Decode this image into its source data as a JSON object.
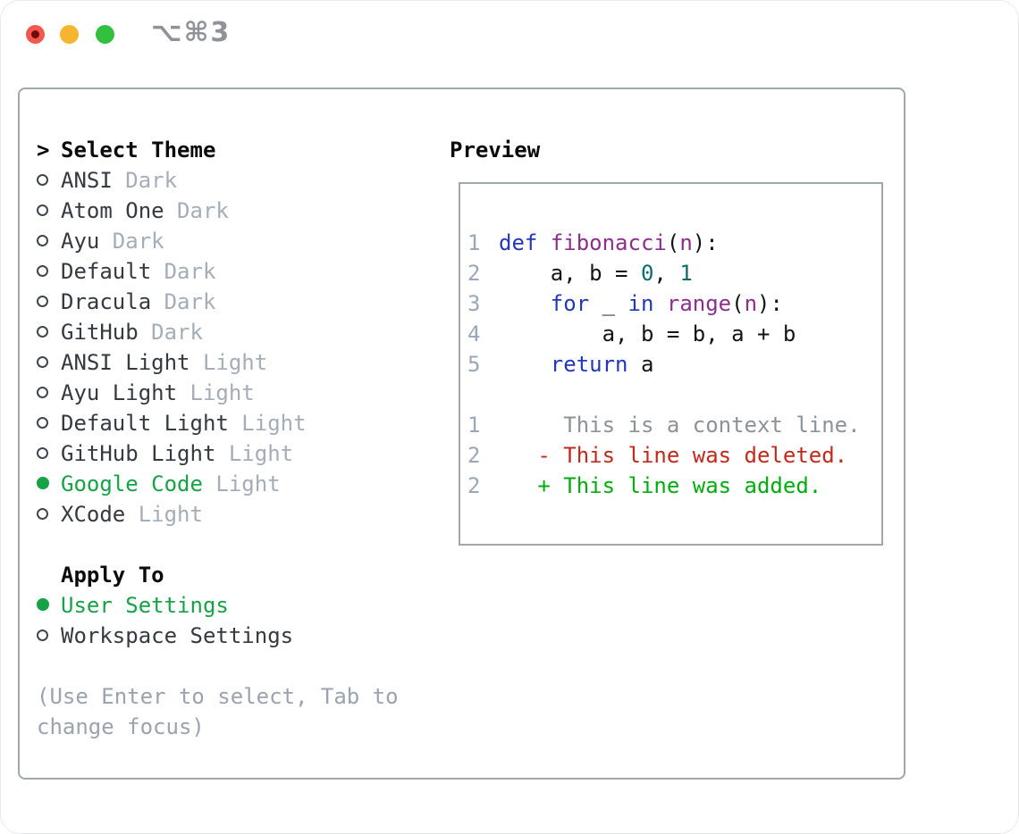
{
  "window": {
    "title": "⌥⌘3",
    "traffic_light_colors": {
      "red": "#f4574e",
      "red_dot": "#6d0d08",
      "yellow": "#f6b52f",
      "green": "#32c13e"
    }
  },
  "dialog": {
    "select_theme": {
      "marker": ">",
      "title": "Select Theme"
    },
    "themes": [
      {
        "name": "ANSI",
        "tag": "Dark",
        "selected": false
      },
      {
        "name": "Atom One",
        "tag": "Dark",
        "selected": false
      },
      {
        "name": "Ayu",
        "tag": "Dark",
        "selected": false
      },
      {
        "name": "Default",
        "tag": "Dark",
        "selected": false
      },
      {
        "name": "Dracula",
        "tag": "Dark",
        "selected": false
      },
      {
        "name": "GitHub",
        "tag": "Dark",
        "selected": false
      },
      {
        "name": "ANSI Light",
        "tag": "Light",
        "selected": false
      },
      {
        "name": "Ayu Light",
        "tag": "Light",
        "selected": false
      },
      {
        "name": "Default Light",
        "tag": "Light",
        "selected": false
      },
      {
        "name": "GitHub Light",
        "tag": "Light",
        "selected": false
      },
      {
        "name": "Google Code",
        "tag": "Light",
        "selected": true
      },
      {
        "name": "XCode",
        "tag": "Light",
        "selected": false
      }
    ],
    "apply_to": {
      "title": "Apply To",
      "options": [
        {
          "name": "User Settings",
          "selected": true
        },
        {
          "name": "Workspace Settings",
          "selected": false
        }
      ]
    },
    "hint": {
      "line1": "(Use Enter to select, Tab to",
      "line2": "change focus)"
    }
  },
  "preview": {
    "title": "Preview",
    "lines": [
      {
        "no": "",
        "tokens": []
      },
      {
        "no": "1",
        "tokens": [
          [
            "kw",
            "def"
          ],
          [
            "pln",
            " "
          ],
          [
            "fn",
            "fibonacci"
          ],
          [
            "pun",
            "("
          ],
          [
            "fn",
            "n"
          ],
          [
            "pun",
            "):"
          ]
        ]
      },
      {
        "no": "2",
        "tokens": [
          [
            "pln",
            "    a, b = "
          ],
          [
            "num",
            "0"
          ],
          [
            "pln",
            ", "
          ],
          [
            "num",
            "1"
          ]
        ]
      },
      {
        "no": "3",
        "tokens": [
          [
            "pln",
            "    "
          ],
          [
            "kw",
            "for"
          ],
          [
            "pln",
            " _ "
          ],
          [
            "kw",
            "in"
          ],
          [
            "pln",
            " "
          ],
          [
            "fn",
            "range"
          ],
          [
            "pun",
            "("
          ],
          [
            "fn",
            "n"
          ],
          [
            "pun",
            "):"
          ]
        ]
      },
      {
        "no": "4",
        "tokens": [
          [
            "pln",
            "        a, b = b, a + b"
          ]
        ]
      },
      {
        "no": "5",
        "tokens": [
          [
            "pln",
            "    "
          ],
          [
            "kw",
            "return"
          ],
          [
            "pln",
            " a"
          ]
        ]
      },
      {
        "no": "",
        "tokens": []
      },
      {
        "no": "1",
        "tokens": [
          [
            "ctx",
            "     This is a context line."
          ]
        ]
      },
      {
        "no": "2",
        "tokens": [
          [
            "del",
            "   - This line was deleted."
          ]
        ]
      },
      {
        "no": "2",
        "tokens": [
          [
            "add",
            "   + This line was added."
          ]
        ]
      }
    ]
  },
  "colors": {
    "ui_selected_green": "#15a345",
    "item_text": "#343a40",
    "item_tag": "#a4adb8",
    "hint_text": "#9aa3ae",
    "panel_border": "#a0a7af",
    "line_number": "#9aa8b6",
    "syntax_keyword": "#2437b8",
    "syntax_function": "#8c2f8c",
    "syntax_literal": "#0e6b6b",
    "diff_context": "#8b9299",
    "diff_deleted": "#c3281c",
    "diff_added": "#00ad0c",
    "titlebar_text": "#8f9398"
  }
}
